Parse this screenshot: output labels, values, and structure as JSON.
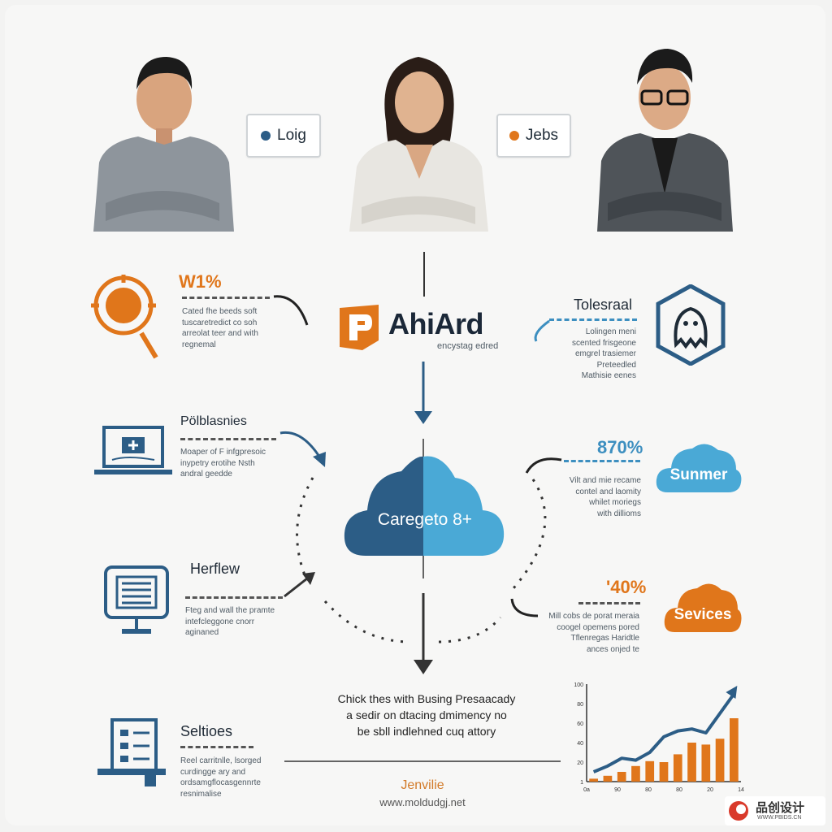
{
  "people": [
    {
      "name": "person-left",
      "shirt": "#8e959c"
    },
    {
      "name": "person-center",
      "shirt": "#e8e6e1"
    },
    {
      "name": "person-right",
      "shirt": "#4f5459"
    }
  ],
  "tags": [
    {
      "label": "Loig",
      "dot_color": "#2c5d86"
    },
    {
      "label": "Jebs",
      "dot_color": "#e0761b"
    }
  ],
  "brand": {
    "name": "AhiArd",
    "tagline": "encystag edred",
    "logo_letter": "P"
  },
  "left_items": [
    {
      "stat": "W1%",
      "lines": [
        "Cated fhe beeds soft",
        "tuscaretredict co soh",
        "arreolat teer and with",
        "regnemal"
      ],
      "icon": "search-icon"
    },
    {
      "heading": "Pölblasnies",
      "lines": [
        "Moaper of F infgpresoic",
        "inypetry erotihe  Nsth",
        "andral geedde"
      ],
      "icon": "laptop-icon"
    },
    {
      "heading": "Herflew",
      "lines": [
        "Fteg and wall the pramte",
        "intefcleggone cnorr",
        "aginaned"
      ],
      "icon": "server-icon"
    },
    {
      "heading": "Seltioes",
      "lines": [
        "Reel carritnlle, lsorged",
        "curdingge ary and",
        "ordsamgflocasgennrte",
        "resnimalise"
      ],
      "icon": "document-icon"
    }
  ],
  "right_items": [
    {
      "heading": "Tolesraal",
      "lines": [
        "Lolingen meni",
        "scented frisgeone",
        "emgrel trasiemer",
        "Preteedled",
        "Mathisie eenes"
      ],
      "icon": "shield-icon"
    },
    {
      "stat": "870%",
      "cloud": "Sunmer",
      "lines": [
        "Vilt and mie recame",
        "contel and laomity",
        "whilet moriegs",
        "with dillioms"
      ]
    },
    {
      "stat": "'40%",
      "cloud": "Sevices",
      "lines": [
        "Mill cobs de porat meraia",
        "coogel opemens pored",
        "Tflenregas Haridtle",
        "ances onjed te"
      ]
    }
  ],
  "center": {
    "cloud_label": "Caregeto 8+",
    "caption": [
      "Chick thes with Busing Presaacady",
      "a sedir on dtacing dmimency no",
      "be sbll indlehned cuq attory"
    ]
  },
  "footer": {
    "name": "Jenvilie",
    "url": "www.moldudgj.net"
  },
  "watermark": {
    "text": "品创设计",
    "sub": "WWW.PBIDS.CN"
  },
  "chart_data": {
    "type": "bar",
    "title": "",
    "y_tick_labels": [
      "100",
      "80",
      "60",
      "40",
      "20",
      "1"
    ],
    "x_tick_labels": [
      "0a",
      "90",
      "80",
      "80",
      "20",
      "14"
    ],
    "values": [
      3,
      6,
      10,
      16,
      21,
      20,
      28,
      40,
      38,
      44,
      65
    ],
    "trend": [
      10,
      16,
      24,
      22,
      30,
      46,
      52,
      54,
      50,
      70,
      90
    ],
    "bar_color": "#e0761b",
    "trend_color": "#2c5d86"
  },
  "colors": {
    "navy": "#2c5d86",
    "orange": "#e0761b",
    "sky": "#4aa9d6"
  }
}
